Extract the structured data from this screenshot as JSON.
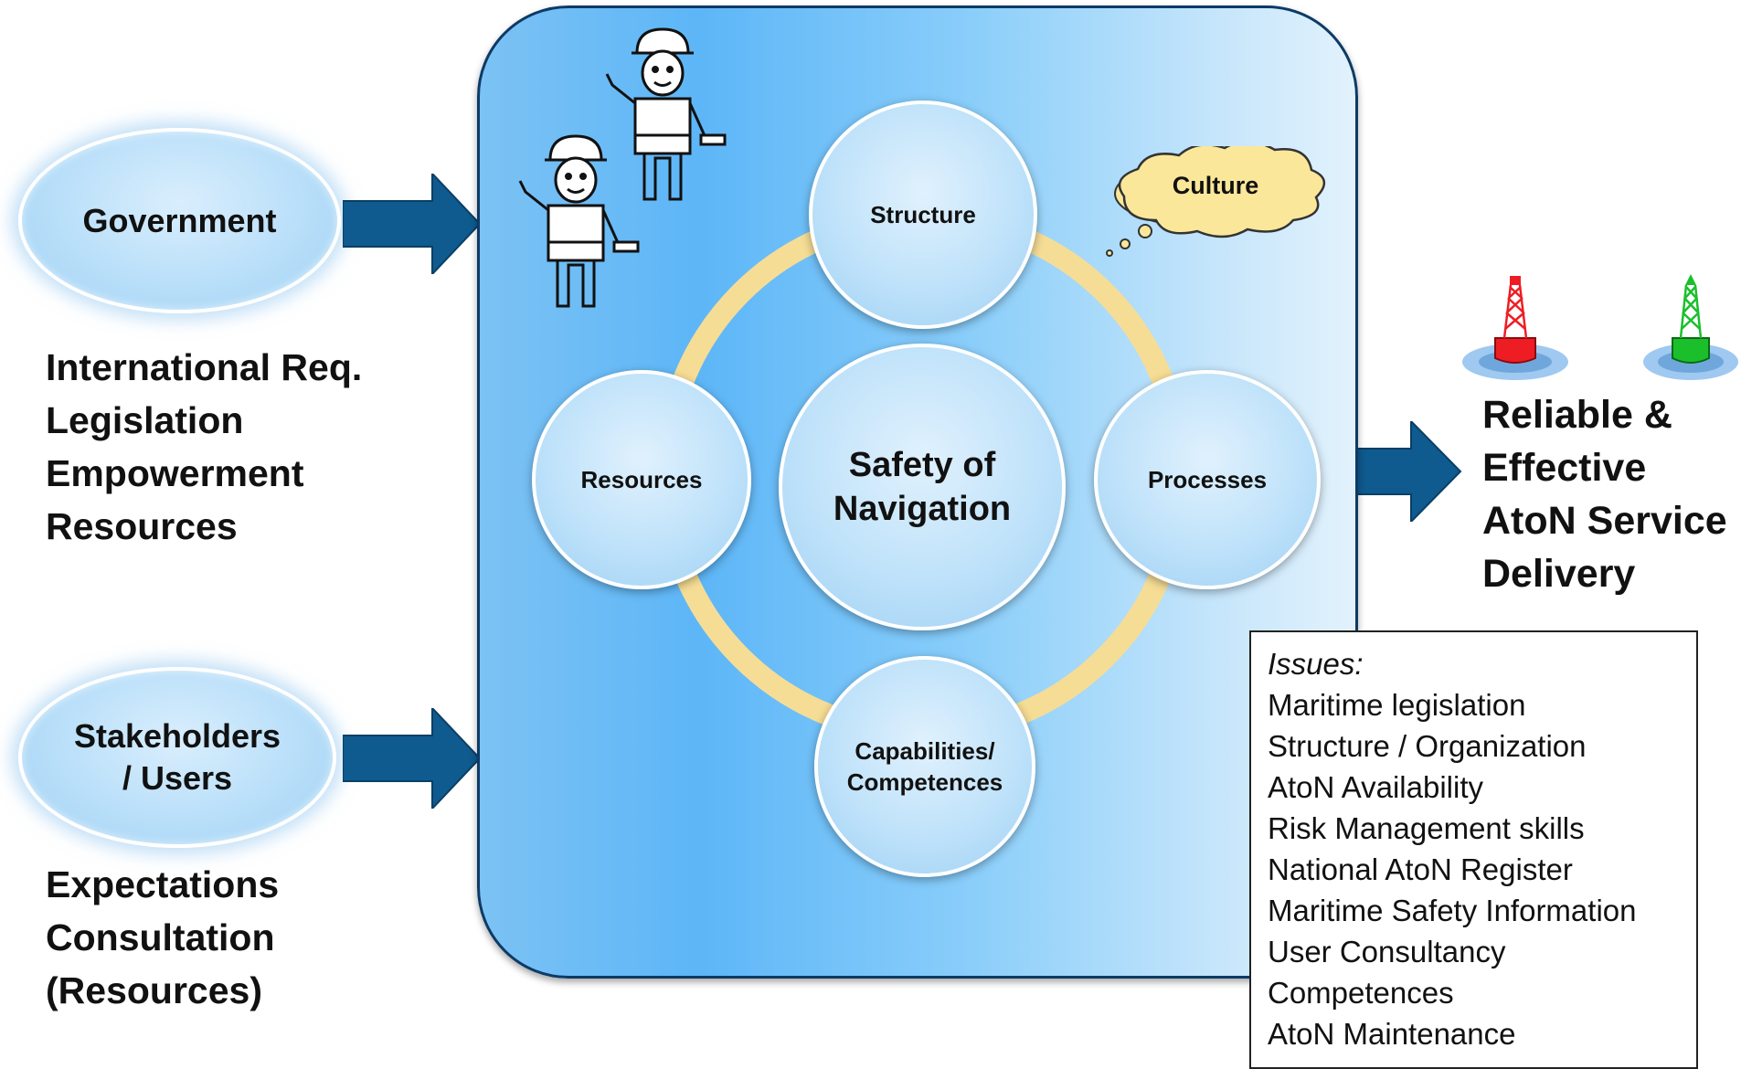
{
  "government": {
    "label": "Government"
  },
  "government_list": [
    "International Req.",
    "Legislation",
    "Empowerment",
    "Resources"
  ],
  "stakeholders": {
    "line1": "Stakeholders",
    "line2": "/ Users"
  },
  "stakeholders_list": [
    "Expectations",
    "Consultation",
    "(Resources)"
  ],
  "center": {
    "line1": "Safety of",
    "line2": "Navigation"
  },
  "nodes": {
    "structure": "Structure",
    "resources": "Resources",
    "processes": "Processes",
    "capabilities_line1": "Capabilities/",
    "capabilities_line2": "Competences"
  },
  "culture": "Culture",
  "outcome": [
    "Reliable &",
    "Effective",
    "AtoN Service",
    "Delivery"
  ],
  "issues": {
    "title": "Issues:",
    "items": [
      "Maritime legislation",
      "Structure / Organization",
      "AtoN Availability",
      "Risk Management skills",
      "National AtoN Register",
      "Maritime Safety Information",
      "User Consultancy",
      "Competences",
      "AtoN Maintenance"
    ]
  },
  "colors": {
    "arrow": "#0f5a8e",
    "ring": "#f6dd95",
    "panel_border": "#0d3a66",
    "cloud": "#fbe79a",
    "buoy_red": "#ee1d24",
    "buoy_green": "#1bbf2c"
  }
}
